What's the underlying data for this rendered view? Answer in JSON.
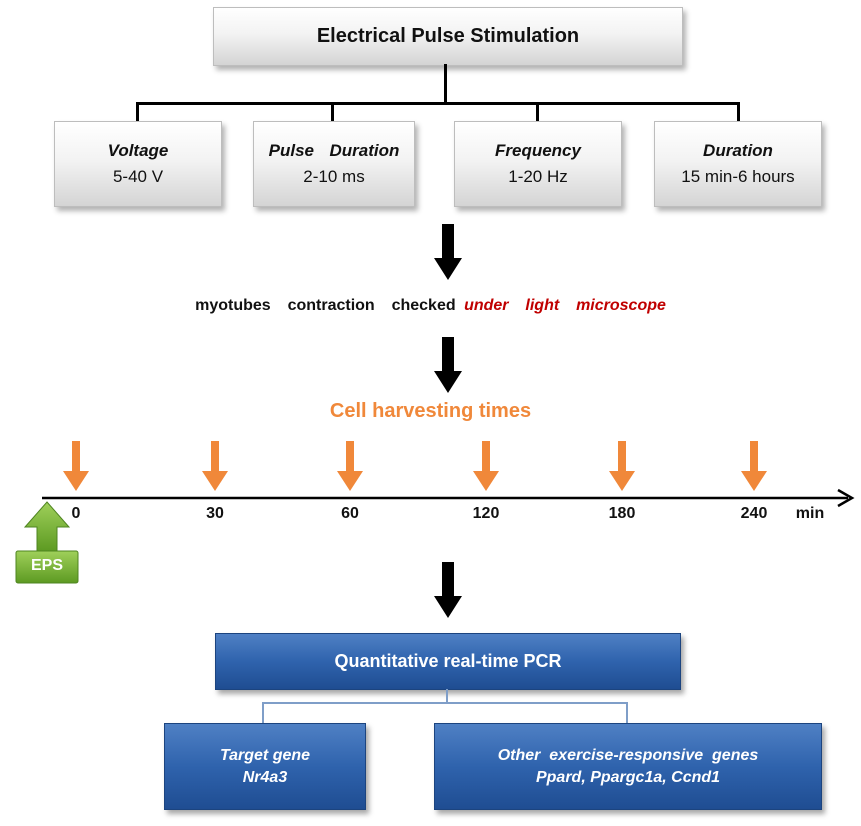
{
  "top": {
    "title": "Electrical Pulse Stimulation"
  },
  "params": [
    {
      "name": "Voltage",
      "value": "5-40 V"
    },
    {
      "name": "Pulse  Duration",
      "value": "2-10 ms"
    },
    {
      "name": "Frequency",
      "value": "1-20 Hz"
    },
    {
      "name": "Duration",
      "value": "15 min-6 hours"
    }
  ],
  "check": {
    "text": "myotubes  contraction  checked",
    "highlight": "under  light  microscope"
  },
  "harvest": {
    "title": "Cell harvesting times",
    "times": [
      "0",
      "30",
      "60",
      "120",
      "180",
      "240"
    ],
    "unit": "min",
    "eps_label": "EPS"
  },
  "pcr": {
    "title": "Quantitative real-time PCR",
    "target": {
      "label": "Target gene",
      "gene": "Nr4a3"
    },
    "other": {
      "label": "Other  exercise-responsive  genes",
      "genes": "Ppard, Ppargc1a, Ccnd1"
    }
  },
  "colors": {
    "orange": "#f0883a",
    "red": "#c00000",
    "blue": "#2f63ad",
    "green": "#6fae2e"
  }
}
